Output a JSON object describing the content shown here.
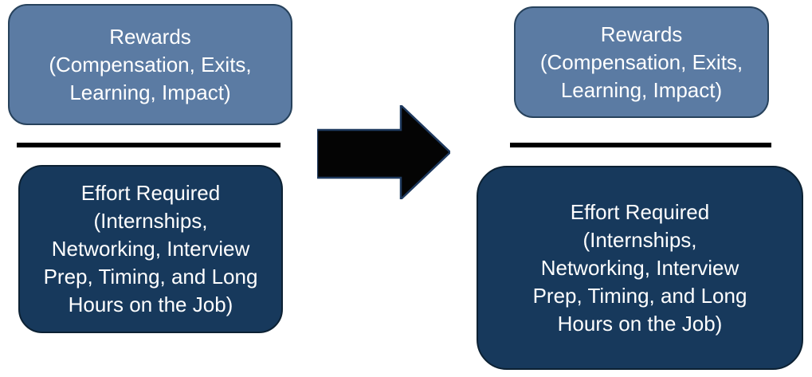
{
  "diagram": {
    "description": "Rewards-to-effort ratio diagram: fraction before and after, denominator (effort) grows",
    "colors": {
      "background": "#ffffff",
      "rewards_box_fill": "#5b7ba3",
      "rewards_box_border": "#27425c",
      "effort_box_fill": "#17395c",
      "effort_box_border": "#0c2133",
      "divider": "#000000",
      "arrow_fill": "#040404",
      "arrow_outline": "#1f3a5f",
      "text": "#ffffff"
    },
    "left_panel": {
      "rewards_label": "Rewards\n(Compensation, Exits,\nLearning, Impact)",
      "effort_label": "Effort Required\n(Internships,\nNetworking, Interview\nPrep, Timing, and Long\nHours on the Job)"
    },
    "right_panel": {
      "rewards_label": "Rewards\n(Compensation, Exits,\nLearning, Impact)",
      "effort_label": "Effort Required\n(Internships,\nNetworking, Interview\nPrep, Timing, and Long\nHours on the Job)"
    },
    "arrow_icon": "right-arrow"
  }
}
